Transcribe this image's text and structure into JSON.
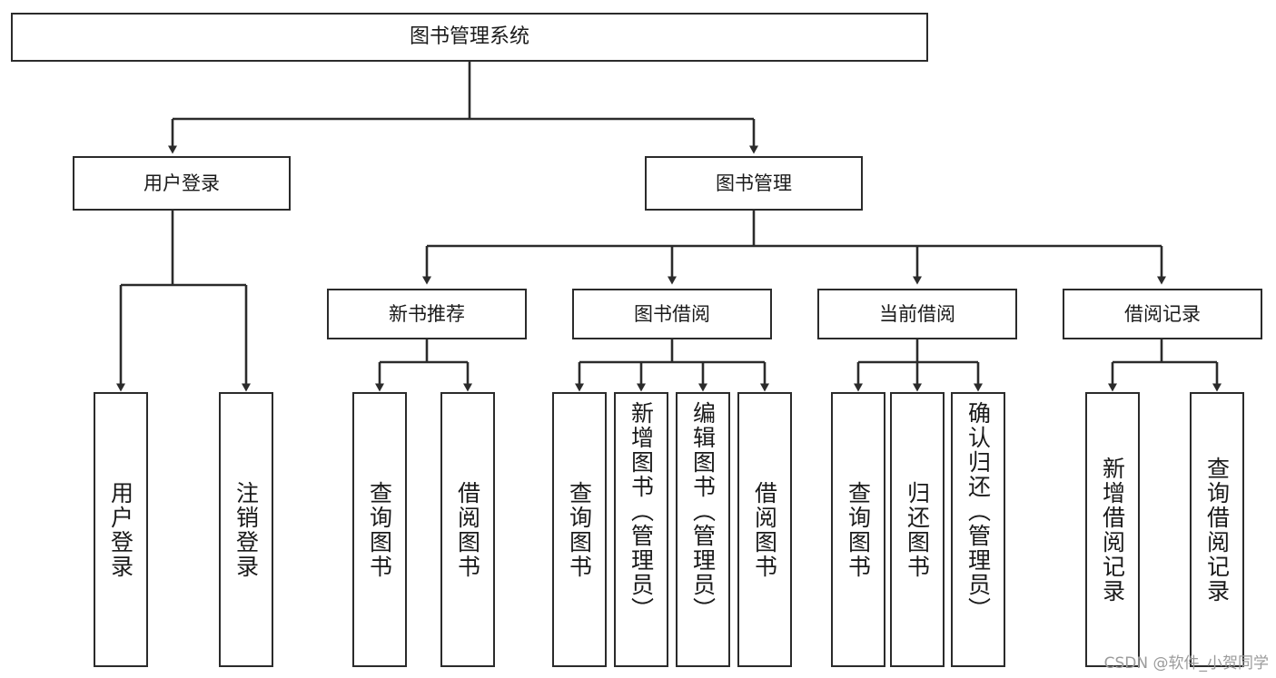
{
  "diagram": {
    "title": "图书管理系统",
    "watermark": "CSDN @软件_小贺同学",
    "colors": {
      "background": "#ffffff",
      "box_fill": "#ffffff",
      "box_stroke": "#2b2b2b",
      "connector": "#2b2b2b",
      "watermark_text": "#9b9b9b"
    },
    "root": {
      "label": "图书管理系统"
    },
    "level2": [
      {
        "id": "user-login",
        "label": "用户登录"
      },
      {
        "id": "book-management",
        "label": "图书管理"
      }
    ],
    "level3": [
      {
        "id": "new-book-recommend",
        "label": "新书推荐"
      },
      {
        "id": "book-borrow",
        "label": "图书借阅"
      },
      {
        "id": "current-borrow",
        "label": "当前借阅"
      },
      {
        "id": "borrow-record",
        "label": "借阅记录"
      }
    ],
    "leaves": {
      "user_login": [
        {
          "id": "leaf-user-login",
          "label": "用户登录"
        },
        {
          "id": "leaf-user-logout",
          "label": "注销登录"
        }
      ],
      "new_book_recommend": [
        {
          "id": "leaf-query-book-1",
          "label": "查询图书"
        },
        {
          "id": "leaf-borrow-book-1",
          "label": "借阅图书"
        }
      ],
      "book_borrow": [
        {
          "id": "leaf-query-book-2",
          "label": "查询图书"
        },
        {
          "id": "leaf-add-book",
          "label": "新增图书（管理员）"
        },
        {
          "id": "leaf-edit-book",
          "label": "编辑图书（管理员）"
        },
        {
          "id": "leaf-borrow-book-2",
          "label": "借阅图书"
        }
      ],
      "current_borrow": [
        {
          "id": "leaf-query-book-3",
          "label": "查询图书"
        },
        {
          "id": "leaf-return-book",
          "label": "归还图书"
        },
        {
          "id": "leaf-confirm-return",
          "label": "确认归还（管理员）"
        }
      ],
      "borrow_record": [
        {
          "id": "leaf-add-borrow-record",
          "label": "新增借阅记录"
        },
        {
          "id": "leaf-query-borrow-record",
          "label": "查询借阅记录"
        }
      ]
    }
  }
}
